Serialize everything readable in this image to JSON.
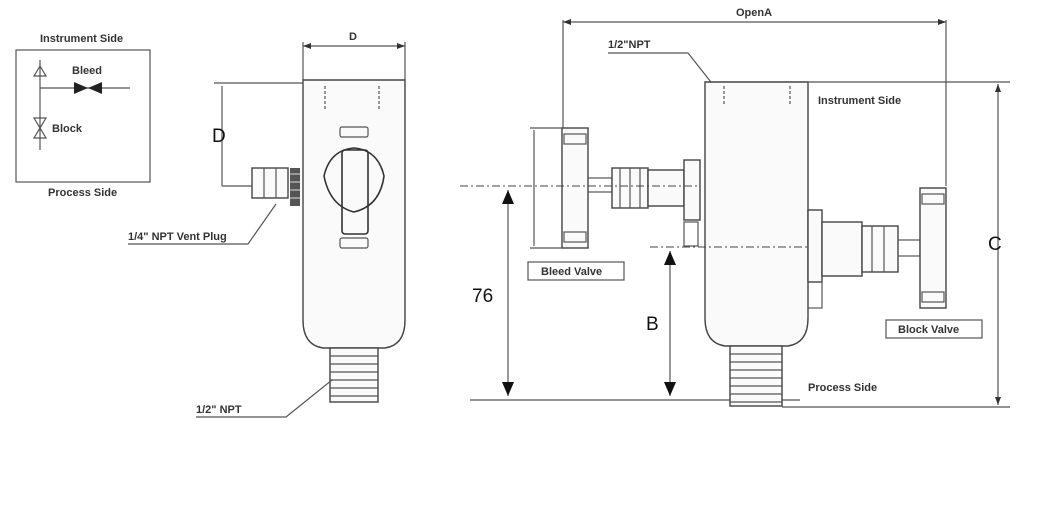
{
  "labels": {
    "legend_instrument_side": "Instrument Side",
    "legend_bleed": "Bleed",
    "legend_block": "Block",
    "legend_process_side": "Process Side",
    "dim_d_top": "D",
    "dim_d_side": "D",
    "vent_plug": "1/4\" NPT Vent Plug",
    "npt_bottom_left": "1/2\" NPT",
    "open_a": "OpenA",
    "npt_top_right": "1/2\"NPT",
    "instrument_side_right": "Instrument Side",
    "dim_c": "C",
    "dim_76": "76",
    "bleed_valve": "Bleed Valve",
    "dim_b": "B",
    "block_valve": "Block Valve",
    "process_side_right": "Process Side"
  }
}
